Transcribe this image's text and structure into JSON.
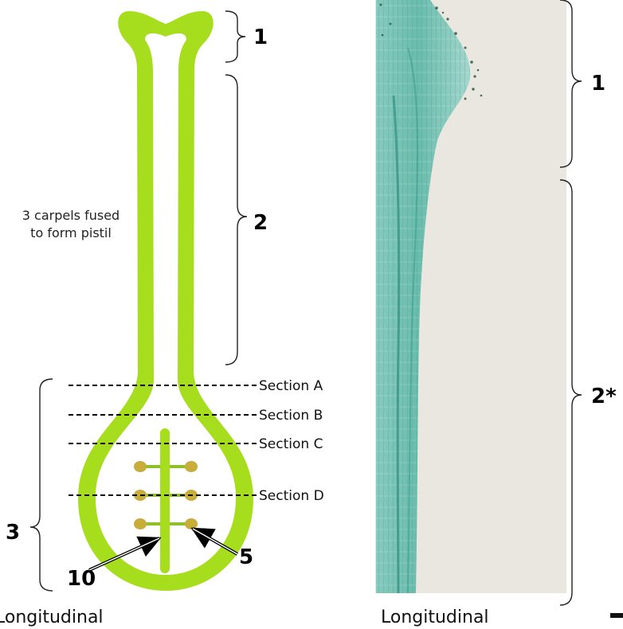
{
  "left_panel": {
    "region_labels": [
      "1",
      "2",
      "3"
    ],
    "caption_lines": [
      "3 carpels fused",
      "to form pistil"
    ],
    "section_labels": [
      "Section A",
      "Section B",
      "Section C",
      "Section D"
    ],
    "pointer_labels": [
      "10",
      "5"
    ],
    "bottom_label": "Longitudinal",
    "colors": {
      "pistil": "#a6dd1c",
      "ovule": "#c9ad3a",
      "funiculus": "#8fbf2a"
    }
  },
  "right_panel": {
    "region_labels": [
      "1",
      "2*"
    ],
    "bottom_label": "Longitudinal",
    "colors": {
      "stain": "#5fb8a8",
      "background": "#e9e7e0"
    }
  }
}
